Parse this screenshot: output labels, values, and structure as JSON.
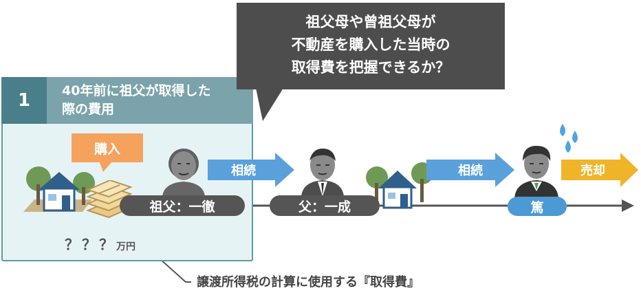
{
  "panel": {
    "number": "1",
    "title_line1": "40年前に祖父が取得した",
    "title_line2": "際の費用",
    "buy_label": "購入",
    "amount": "？？？",
    "amount_unit": "万円"
  },
  "question": {
    "line1": "祖父母や曾祖父母が",
    "line2": "不動産を購入した当時の",
    "line3": "取得費を把握できるか？"
  },
  "people": {
    "grandfather": "祖父：一徹",
    "father": "父：一成",
    "son": "篤"
  },
  "arrows": {
    "inherit1": "相続",
    "inherit2": "相続",
    "sale": "売却"
  },
  "note": "譲渡所得税の計算に使用する『取得費』",
  "colors": {
    "panel_bg": "#e6f3f5",
    "panel_border": "#5a9aa5",
    "panel_number_bg": "#4a7f8a",
    "panel_title_bg": "#7aa3ab",
    "bubble_bg": "#4d4d4d",
    "buy_tag": "#f5a25d",
    "inherit_arrow": "#5aa0db",
    "sale_arrow": "#f0b429",
    "name_pill": "#555555",
    "son_pill": "#4b9ad6"
  },
  "icons": [
    "house-trees-icon",
    "money-stack-icon",
    "grandfather-icon",
    "father-icon",
    "son-icon",
    "sweat-drops-icon"
  ]
}
